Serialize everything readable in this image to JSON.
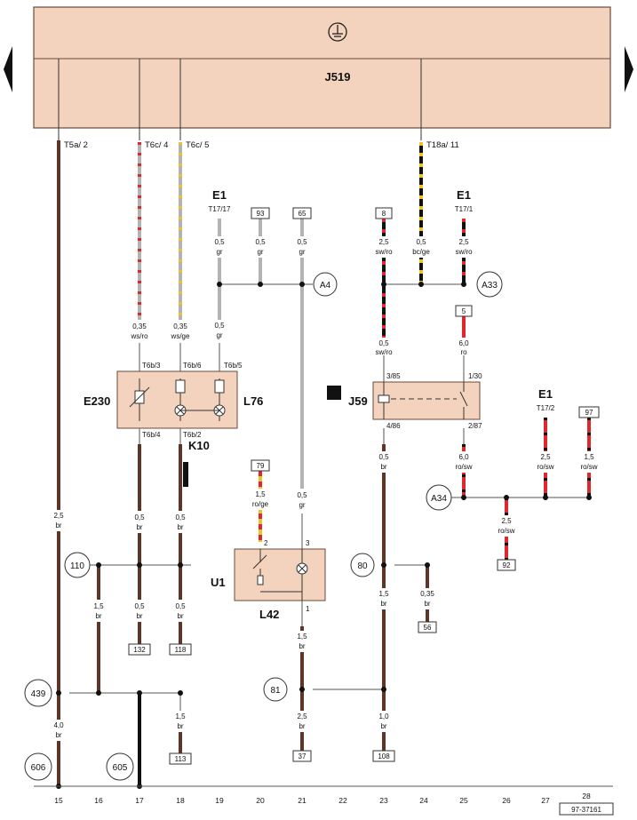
{
  "header": {
    "module": "J519",
    "ground_icon": "ground-symbol-icon",
    "arrow_left": "triangle-left-icon",
    "arrow_right": "triangle-right-icon",
    "pins": [
      "T5a/ 2",
      "T6c/ 4",
      "T6c/ 5",
      "T18a/ 11"
    ]
  },
  "components": {
    "e230": "E230",
    "l76": "L76",
    "k10": "K10",
    "j59": "J59",
    "u1": "U1",
    "l42": "L42",
    "e1": "E1"
  },
  "connectors": {
    "e1_a": "T17/17",
    "e1_b": "T17/1",
    "e1_c": "T17/2",
    "t6b3": "T6b/3",
    "t6b6": "T6b/6",
    "t6b5": "T6b/5",
    "t6b4": "T6b/4",
    "t6b2": "T6b/2",
    "j59_385": "3/85",
    "j59_486": "4/86",
    "j59_130": "1/30",
    "j59_287": "2/87",
    "u1_2": "2",
    "u1_3": "3",
    "u1_1": "1"
  },
  "wires": {
    "w1": {
      "size": "2,5",
      "color": "br"
    },
    "w2": {
      "size": "0,35",
      "color": "ws/ro"
    },
    "w3": {
      "size": "0,35",
      "color": "ws/ge"
    },
    "w4": {
      "size": "0,5",
      "color": "gr"
    },
    "w5": {
      "size": "0,5",
      "color": "gr"
    },
    "w6": {
      "size": "0,5",
      "color": "gr"
    },
    "w7": {
      "size": "0,5",
      "color": "gr"
    },
    "w8": {
      "size": "2,5",
      "color": "sw/ro"
    },
    "w9": {
      "size": "0,5",
      "color": "bc/ge"
    },
    "w10": {
      "size": "2,5",
      "color": "sw/ro"
    },
    "w11": {
      "size": "0,5",
      "color": "sw/ro"
    },
    "w12": {
      "size": "6,0",
      "color": "ro"
    },
    "w13": {
      "size": "0,5",
      "color": "br"
    },
    "w14": {
      "size": "0,5",
      "color": "br"
    },
    "w15": {
      "size": "0,5",
      "color": "br"
    },
    "w16": {
      "size": "1,5",
      "color": "ro/ge"
    },
    "w17": {
      "size": "0,5",
      "color": "gr"
    },
    "w18": {
      "size": "6,0",
      "color": "ro/sw"
    },
    "w19": {
      "size": "2,5",
      "color": "ro/sw"
    },
    "w20": {
      "size": "1,5",
      "color": "ro/sw"
    },
    "w21": {
      "size": "2,5",
      "color": "ro/sw"
    },
    "w22": {
      "size": "1,5",
      "color": "br"
    },
    "w23": {
      "size": "0,5",
      "color": "br"
    },
    "w24": {
      "size": "0,5",
      "color": "br"
    },
    "w25": {
      "size": "1,5",
      "color": "br"
    },
    "w26": {
      "size": "1,5",
      "color": "br"
    },
    "w27": {
      "size": "0,35",
      "color": "br"
    },
    "w28": {
      "size": "4,0",
      "color": "br"
    },
    "w29": {
      "size": "1,5",
      "color": "br"
    },
    "w30": {
      "size": "2,5",
      "color": "br"
    },
    "w31": {
      "size": "1,0",
      "color": "br"
    }
  },
  "references": {
    "r93": "93",
    "r65": "65",
    "r8": "8",
    "r5": "5",
    "r97": "97",
    "r79": "79",
    "r92": "92",
    "r56": "56",
    "r132": "132",
    "r118": "118",
    "r113": "113",
    "r37": "37",
    "r108": "108"
  },
  "nodes": {
    "a4": "A4",
    "a33": "A33",
    "a34": "A34",
    "n110": "110",
    "n80": "80",
    "n81": "81",
    "n439": "439",
    "n606": "606",
    "n605": "605"
  },
  "columns": [
    "15",
    "16",
    "17",
    "18",
    "19",
    "20",
    "21",
    "22",
    "23",
    "24",
    "25",
    "26",
    "27",
    "28"
  ],
  "code": "97-37161",
  "colors": {
    "module_fill": "#f3d3bd",
    "relay_fill": "#f3d3bd",
    "wire_brown": "#5e3526",
    "wire_red": "#e0282c",
    "wire_black": "#111111",
    "wire_grey": "#b3b3b3",
    "wire_yellow": "#f0c22a"
  }
}
